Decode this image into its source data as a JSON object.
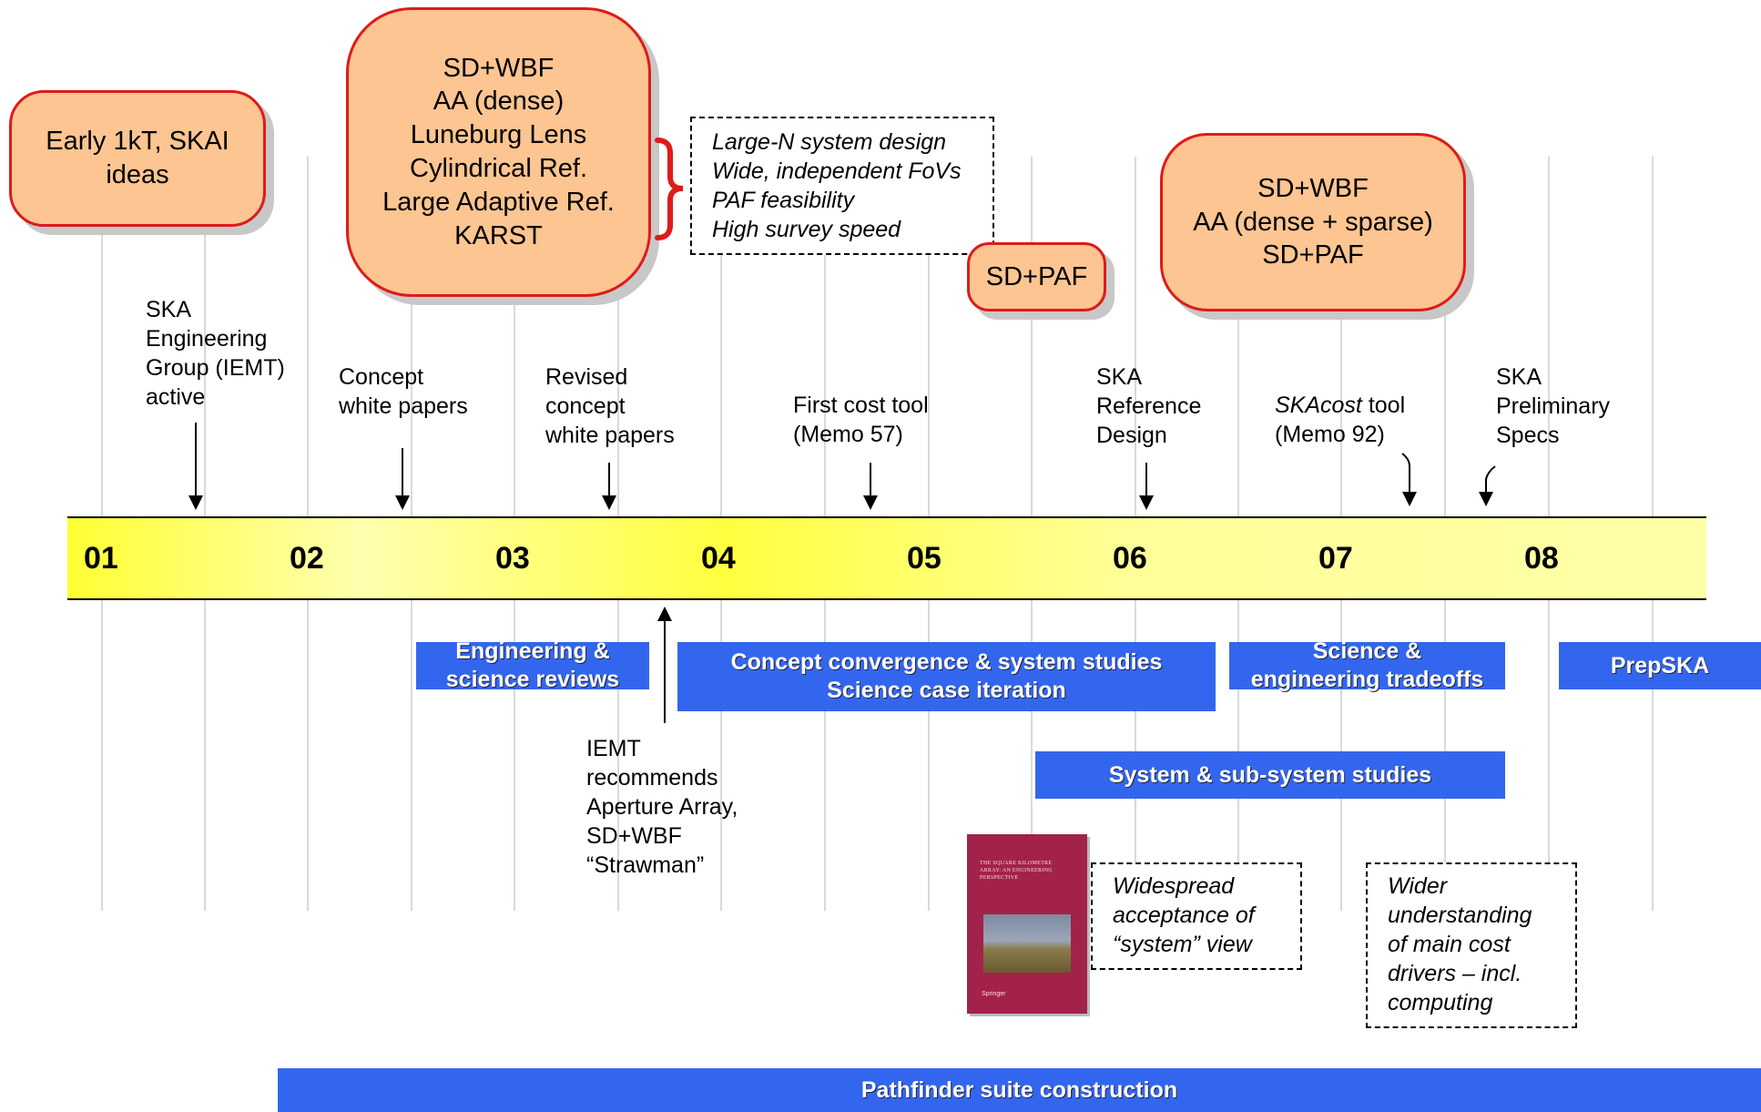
{
  "years": [
    "01",
    "02",
    "03",
    "04",
    "05",
    "06",
    "07",
    "08"
  ],
  "bubbles": {
    "early": [
      "Early 1kT, SKAI",
      "ideas"
    ],
    "concepts": [
      "SD+WBF",
      "AA (dense)",
      "Luneburg Lens",
      "Cylindrical Ref.",
      "Large Adaptive Ref.",
      "KARST"
    ],
    "sd_paf": [
      "SD+PAF"
    ],
    "later": [
      "SD+WBF",
      "AA (dense + sparse)",
      "SD+PAF"
    ]
  },
  "large_n_box": [
    "Large-N system design",
    "Wide, independent FoVs",
    "PAF feasibility",
    "High survey speed"
  ],
  "milestones": {
    "iemt": [
      "SKA",
      "Engineering",
      "Group (IEMT)",
      "active"
    ],
    "white_papers": [
      "Concept",
      "white papers"
    ],
    "revised": [
      "Revised",
      "concept",
      "white papers"
    ],
    "cost_tool": [
      "First cost tool",
      "(Memo 57)"
    ],
    "ref_design": [
      "SKA",
      "Reference",
      "Design"
    ],
    "skacost": {
      "italic": "SKAcost",
      "rest": " tool",
      "line2": "(Memo 92)"
    },
    "prelim": [
      "SKA",
      "Preliminary",
      "Specs"
    ]
  },
  "iemt_recommends": [
    "IEMT",
    "recommends",
    "Aperture Array,",
    "SD+WBF",
    "“Strawman”"
  ],
  "bars": {
    "eng_reviews": [
      "Engineering &",
      "science reviews"
    ],
    "convergence": [
      "Concept convergence & system studies",
      "Science case iteration"
    ],
    "tradeoffs": [
      "Science &",
      "engineering tradeoffs"
    ],
    "prepska": [
      "PrepSKA"
    ],
    "subsystem": [
      "System & sub-system studies"
    ],
    "pathfinder": [
      "Pathfinder suite construction"
    ]
  },
  "notes": {
    "widespread": [
      "Widespread",
      "acceptance of",
      "“system” view"
    ],
    "wider": [
      "Wider",
      "understanding",
      "of main cost",
      "drivers – incl.",
      "computing"
    ]
  },
  "book": {
    "title": "THE SQUARE KILOMETRE ARRAY: AN ENGINEERING PERSPECTIVE",
    "publisher": "Springer"
  },
  "colors": {
    "bubble_fill": "#fcc591",
    "bubble_border": "#e01a1a",
    "bar_blue": "#3366ee",
    "band_yellow": "#ffff66",
    "brace_red": "#e01a1a",
    "book_red": "#a3224a"
  }
}
